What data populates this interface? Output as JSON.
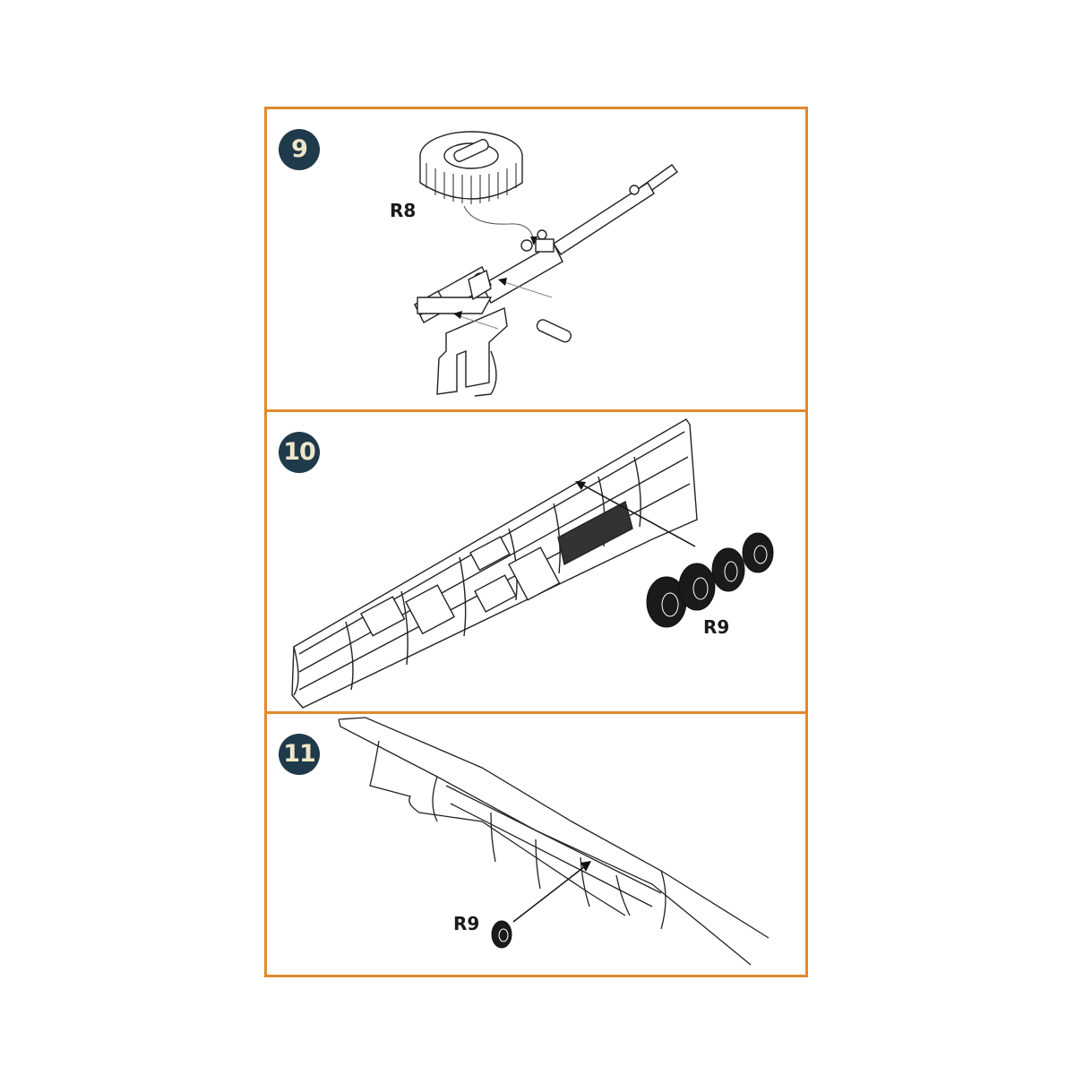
{
  "document": {
    "type": "model kit assembly instructions",
    "border_color": "#E08A2E",
    "badge_bg": "#1F3A4A",
    "badge_fg": "#F0E6C8"
  },
  "steps": [
    {
      "number": "9",
      "parts": [
        {
          "label": "R8",
          "description": "ammunition drum"
        }
      ],
      "content": "machine gun assembly: drum R8 attaches on top of receiver; pin inserted into receiver; grip/trigger assembly attaches below"
    },
    {
      "number": "10",
      "parts": [
        {
          "label": "R9",
          "description": "set of 4 small wheels"
        }
      ],
      "content": "fuselage side wall interior with equipment boxes; R9 wheels attached at arrow location"
    },
    {
      "number": "11",
      "parts": [
        {
          "label": "R9",
          "description": "single wheel"
        }
      ],
      "content": "opposite fuselage side wall interior; R9 attached at arrow location"
    }
  ]
}
